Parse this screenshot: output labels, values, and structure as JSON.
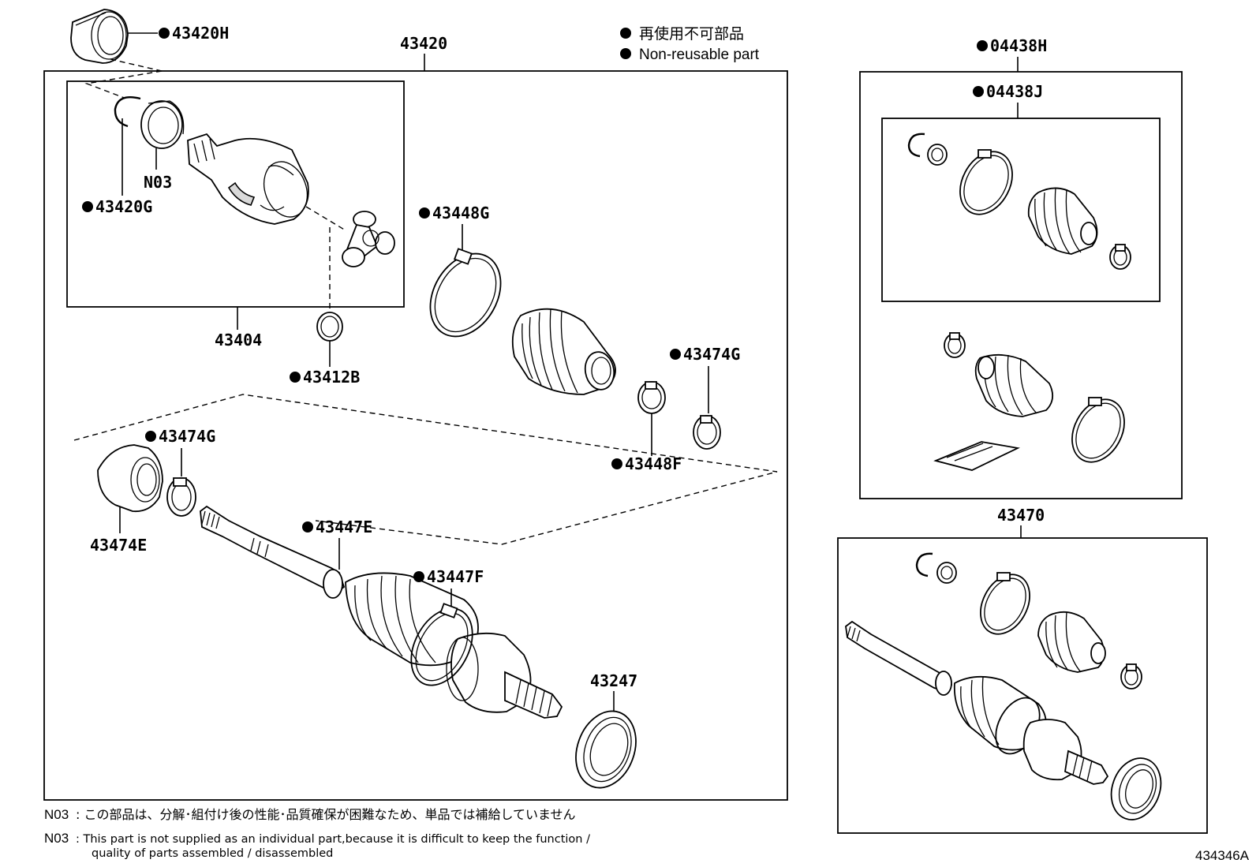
{
  "legend": {
    "jp": "再使用不可部品",
    "en": "Non-reusable part"
  },
  "parts": {
    "p43420H": "43420H",
    "p43420": "43420",
    "p43420G": "43420G",
    "n03": "N03",
    "p43404": "43404",
    "p43412B": "43412B",
    "p43448G": "43448G",
    "p43474G_top": "43474G",
    "p43448F": "43448F",
    "p43474G_left": "43474G",
    "p43474E": "43474E",
    "p43447E": "43447E",
    "p43447F": "43447F",
    "p43247": "43247",
    "p04438H": "04438H",
    "p04438J": "04438J",
    "p43470": "43470"
  },
  "notes": {
    "label1": "N03",
    "jp": ": この部品は、分解･組付け後の性能･品質確保が困難なため、単品では補給していません",
    "label2": "N03",
    "en1": ": This part is not supplied as an individual part,because it is difficult to keep the function /",
    "en2": "quality of parts assembled / disassembled"
  },
  "diagram_code": "434346A"
}
